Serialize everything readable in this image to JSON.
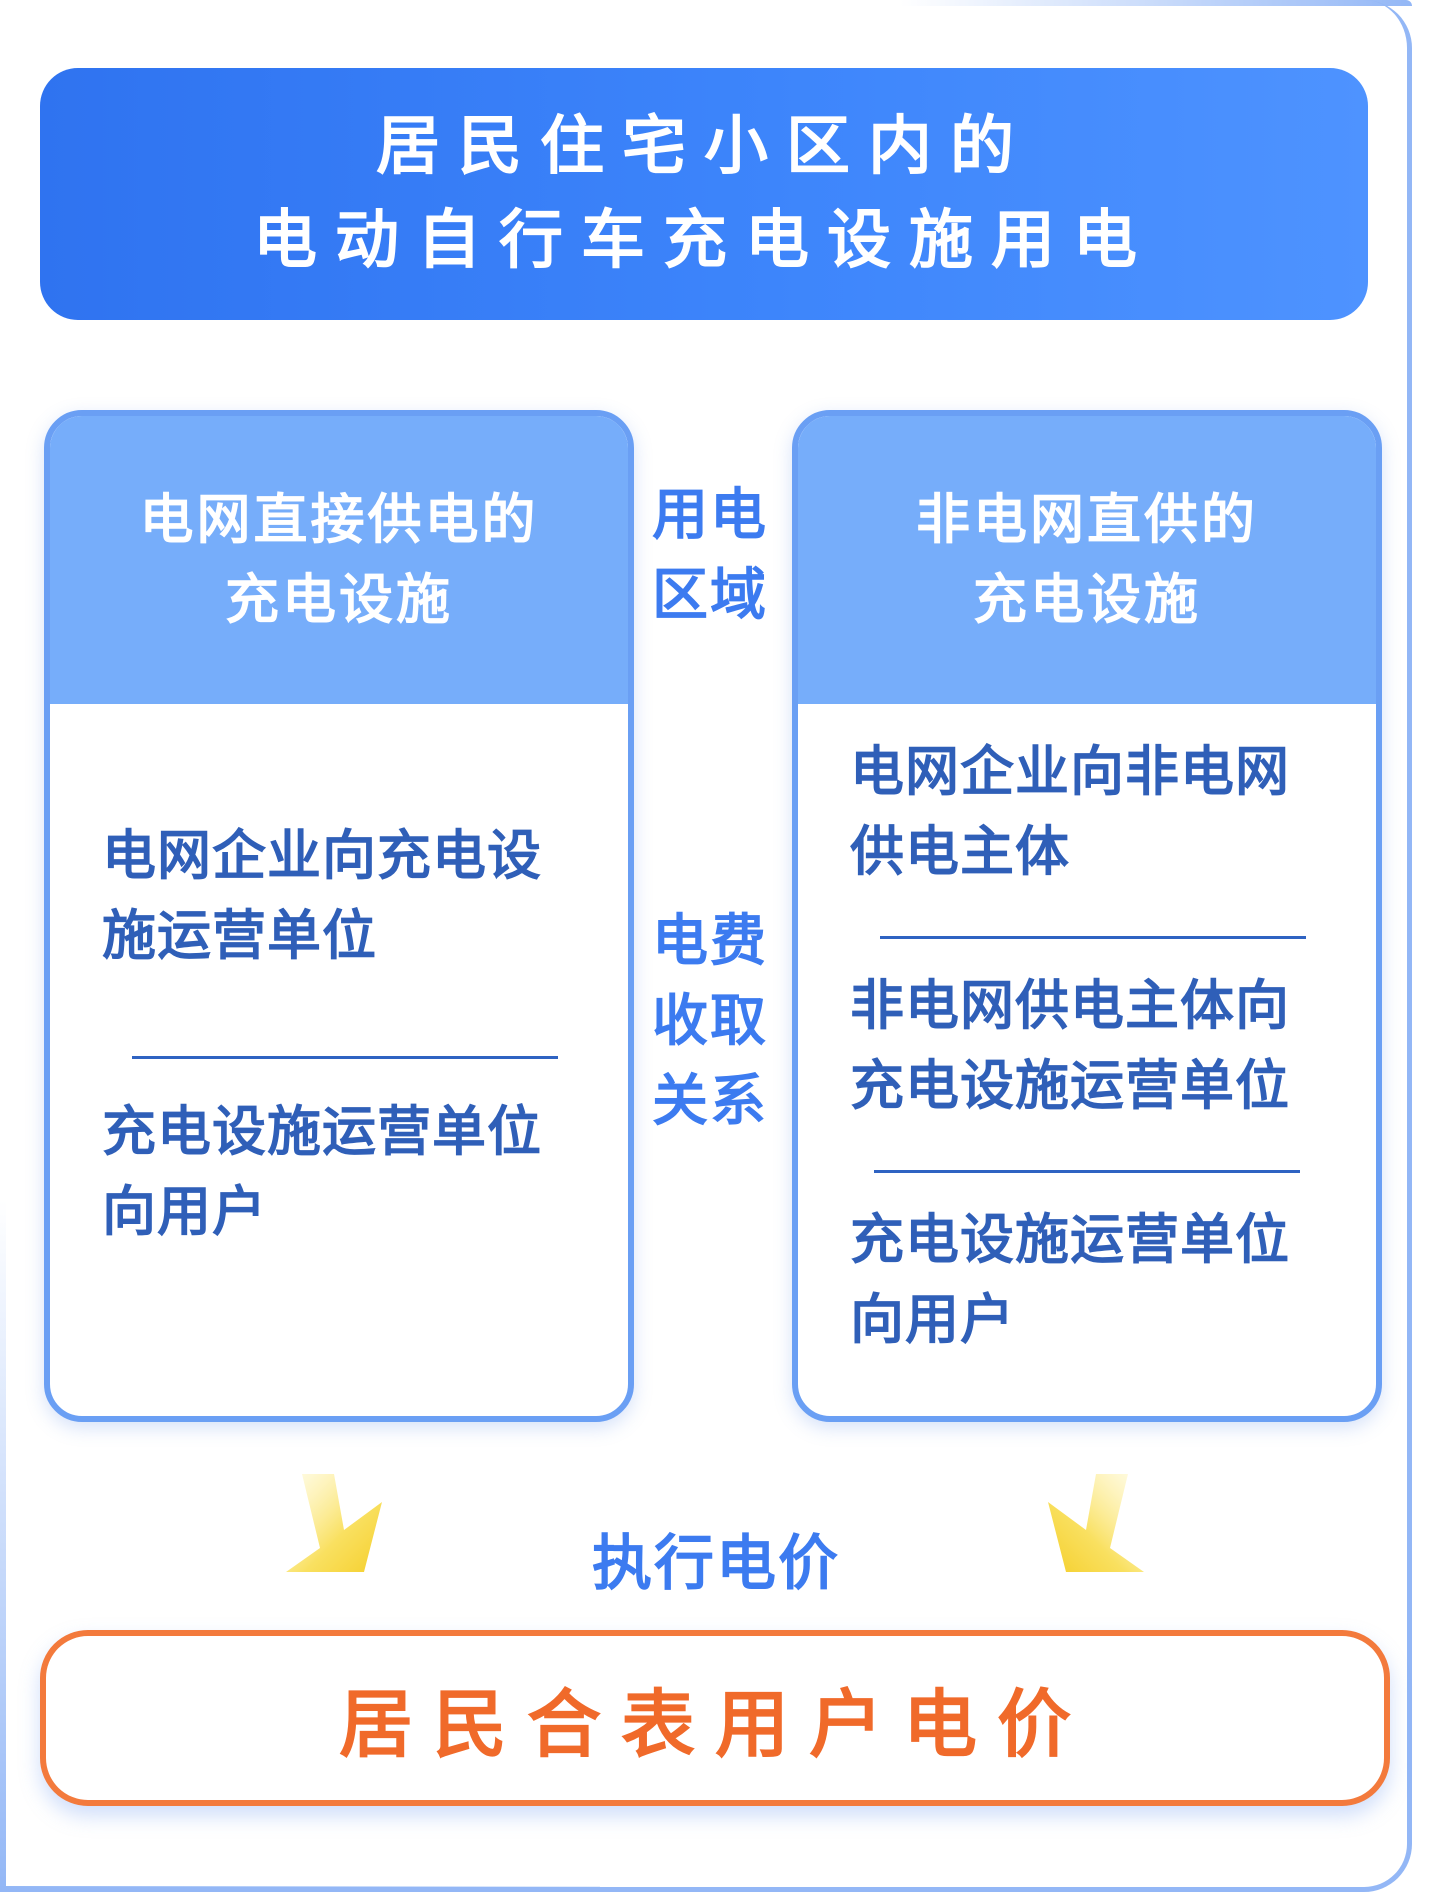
{
  "title": {
    "line1": "居民住宅小区内的",
    "line2": "电动自行车充电设施用电"
  },
  "left_card": {
    "head_line1": "电网直接供电的",
    "head_line2": "充电设施",
    "relations": [
      {
        "line1": "电网企业向充电设",
        "line2": "施运营单位"
      },
      {
        "line1": "充电设施运营单位",
        "line2": "向用户"
      }
    ]
  },
  "right_card": {
    "head_line1": "非电网直供的",
    "head_line2": "充电设施",
    "relations": [
      {
        "line1": "电网企业向非电网",
        "line2": "供电主体"
      },
      {
        "line1": "非电网供电主体向",
        "line2": "充电设施运营单位"
      },
      {
        "line1": "充电设施运营单位",
        "line2": "向用户"
      }
    ]
  },
  "center": {
    "area_label_line1": "用电",
    "area_label_line2": "区域",
    "fee_label_line1": "电费",
    "fee_label_line2": "收取",
    "fee_label_line3": "关系"
  },
  "exec_label": "执行电价",
  "result": "居民合表用户电价",
  "colors": {
    "banner_blue": "#3d85fb",
    "card_head_blue": "#76adfa",
    "text_dark_blue": "#2f5fb8",
    "label_blue": "#3c7bf0",
    "arrow_yellow": "#f7d53a",
    "result_orange": "#f06a2a"
  },
  "icons": [
    "arrow-down-right-icon",
    "arrow-down-left-icon"
  ]
}
